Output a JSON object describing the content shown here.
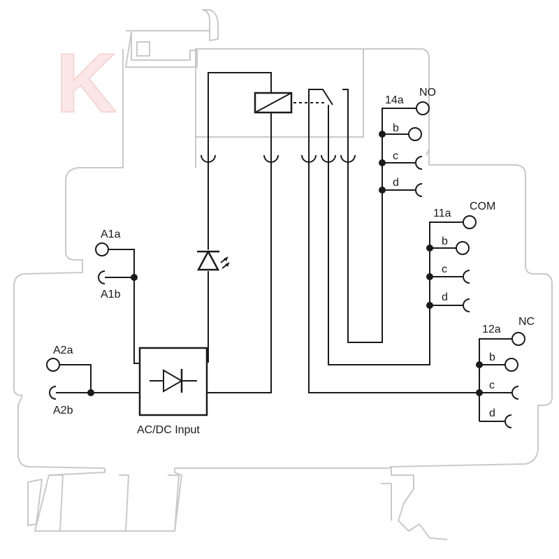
{
  "watermark": "K",
  "colors": {
    "wire": "#1a1a1a",
    "housing": "#c9c9c9",
    "watermark": "#fbe7e7"
  },
  "input": {
    "block_label": "AC/DC Input",
    "A1a": "A1a",
    "A1b": "A1b",
    "A2a": "A2a",
    "A2b": "A2b"
  },
  "contacts": {
    "no": {
      "name": "NO",
      "main": "14a",
      "b": "b",
      "c": "c",
      "d": "d"
    },
    "com": {
      "name": "COM",
      "main": "11a",
      "b": "b",
      "c": "c",
      "d": "d"
    },
    "nc": {
      "name": "NC",
      "main": "12a",
      "b": "b",
      "c": "c",
      "d": "d"
    }
  }
}
